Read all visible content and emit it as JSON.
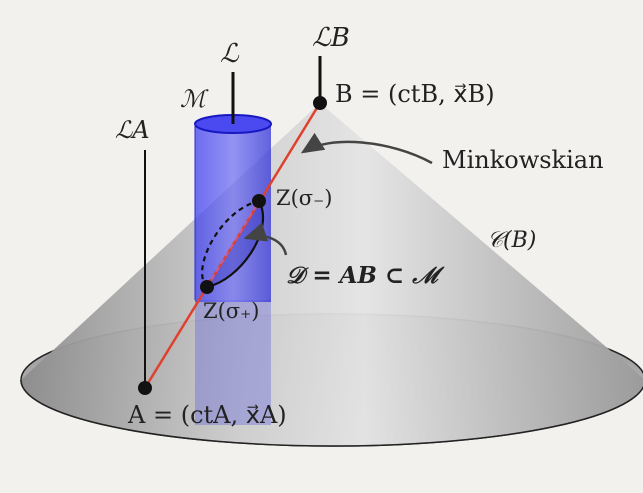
{
  "labels": {
    "L_B": "ℒB",
    "L": "ℒ",
    "M": "ℳ",
    "L_A": "ℒA",
    "B_point": "B = (ctB, x⃗B)",
    "A_point": "A = (ctA, x⃗A)",
    "minkowskian": "Minkowskian",
    "cone": "𝒞(B)",
    "z_minus": "Z(σ₋)",
    "z_plus": "Z(σ₊)",
    "d_rel": "𝒟 = AB ⊂ ℳ"
  },
  "colors": {
    "background": "#f3f1ee",
    "cone_light": "#e6e6e6",
    "cone_dark": "#7a7a7a",
    "cylinder": "#3a3aef",
    "geodesic": "#e0402e",
    "worldline": "#111111",
    "arrow": "#444444"
  }
}
